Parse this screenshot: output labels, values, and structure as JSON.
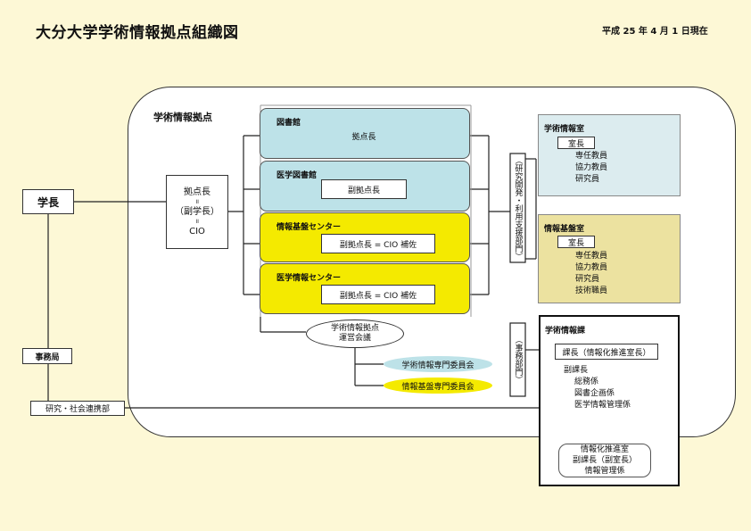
{
  "header": {
    "title": "大分大学学術情報拠点組織図",
    "date": "平成 25 年 4 月 1 日現在"
  },
  "left": {
    "president": "学長",
    "office": "事務局",
    "research_dept": "研究・社会連携部"
  },
  "hub": {
    "label": "学術情報拠点",
    "head_lines": [
      "拠点長",
      "॥",
      "（副学長）",
      "॥",
      "CIO"
    ]
  },
  "units": [
    {
      "name": "図書館",
      "role": "拠点長"
    },
    {
      "name": "医学図書館",
      "role": "副拠点長"
    },
    {
      "name": "情報基盤センター",
      "role": "副拠点長 = CIO 補佐"
    },
    {
      "name": "医学情報センター",
      "role": "副拠点長 = CIO 補佐"
    }
  ],
  "council": {
    "name_lines": [
      "学術情報拠点",
      "運営会議"
    ],
    "committees": [
      "学術情報専門委員会",
      "情報基盤専門委員会"
    ]
  },
  "vertical_labels": {
    "research": "（研究開発・利用支援部門）",
    "admin": "（事務部門）"
  },
  "right": {
    "gakujutsu_room": {
      "title": "学術情報室",
      "head": "室長",
      "staff": [
        "専任教員",
        "協力教員",
        "研究員"
      ]
    },
    "kiban_room": {
      "title": "情報基盤室",
      "head": "室長",
      "staff": [
        "専任教員",
        "協力教員",
        "研究員",
        "技術職員"
      ]
    },
    "section": {
      "title": "学術情報課",
      "head": "課長（情報化推進室長）",
      "deputy": "副課長",
      "subsections": [
        "総務係",
        "図書企画係",
        "医学情報管理係"
      ],
      "promotion_lines": [
        "情報化推進室",
        "副課長（副室長）",
        "情報管理係"
      ]
    }
  },
  "colors": {
    "background": "#fdf8d6",
    "library_blue": "#bde2e8",
    "center_yellow": "#f4ea00",
    "room_blue": "#dcecef",
    "room_tan": "#ece2a0",
    "committee_blue": "#bde2e8",
    "committee_yellow": "#f4ea00"
  }
}
